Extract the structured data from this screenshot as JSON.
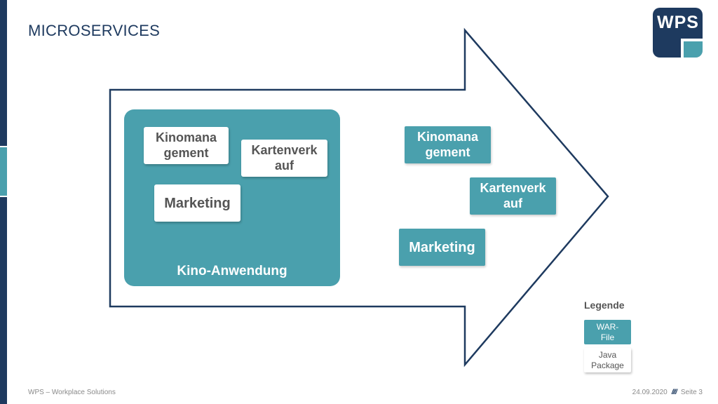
{
  "slide": {
    "title": "MICROSERVICES",
    "logo_text": "WPS"
  },
  "colors": {
    "navy": "#1e3a5f",
    "teal": "#4aa0ad",
    "package_text": "#555555"
  },
  "container": {
    "label": "Kino-Anwendung",
    "packages": [
      {
        "label": "Kinomana\ngement"
      },
      {
        "label": "Kartenverk\nauf"
      },
      {
        "label": "Marketing"
      }
    ]
  },
  "services": [
    {
      "label": "Kinomana\ngement"
    },
    {
      "label": "Kartenverk\nauf"
    },
    {
      "label": "Marketing"
    }
  ],
  "legend": {
    "title": "Legende",
    "war_label": "WAR-\nFile",
    "java_label": "Java\nPackage"
  },
  "footer": {
    "left": "WPS – Workplace Solutions",
    "date": "24.09.2020",
    "separator": "////",
    "page": "Seite 3"
  }
}
